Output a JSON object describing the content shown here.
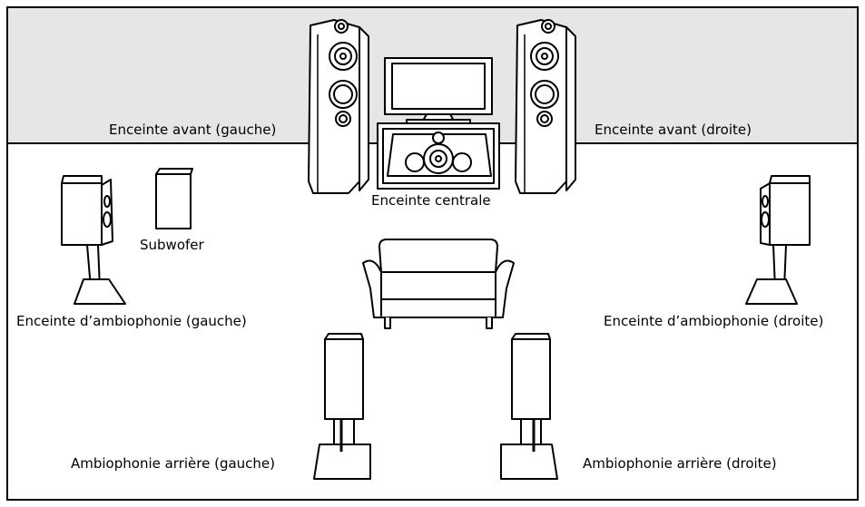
{
  "labels": {
    "front_left": "Enceinte avant (gauche)",
    "front_right": "Enceinte avant (droite)",
    "center": "Enceinte centrale",
    "subwoofer": "Subwofer",
    "surround_left": "Enceinte d’ambiophonie (gauche)",
    "surround_right": "Enceinte d’ambiophonie (droite)",
    "rear_left": "Ambiophonie arrière (gauche)",
    "rear_right": "Ambiophonie arrière (droite)"
  },
  "colors": {
    "back_wall": "#e6e6e6",
    "outline": "#000000",
    "fill": "#ffffff"
  }
}
